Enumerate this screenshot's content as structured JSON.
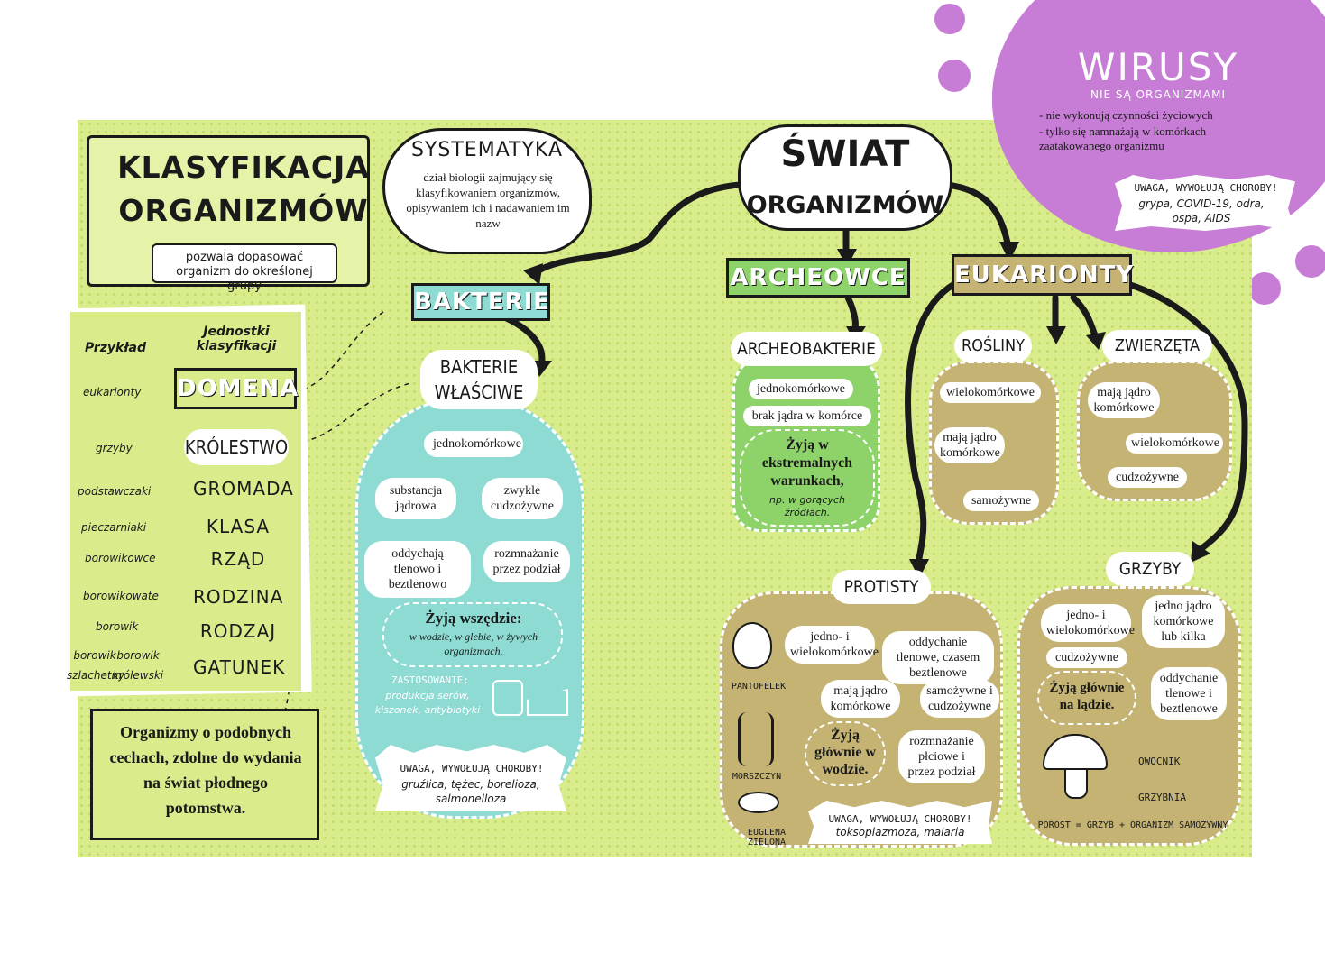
{
  "header": {
    "title_line1": "KLASYFIKACJA",
    "title_line2": "ORGANIZMÓW",
    "subtitle": "pozwala dopasować organizm do określonej grupy"
  },
  "systematyka": {
    "title": "SYSTEMATYKA",
    "text": "dział biologii zajmujący się klasyfikowaniem organizmów, opisywaniem ich i nadawaniem im nazw"
  },
  "swiat": {
    "line1": "ŚWIAT",
    "line2": "ORGANIZMÓW"
  },
  "wirusy": {
    "title": "WIRUSY",
    "subtitle": "NIE SĄ ORGANIZMAMI",
    "point1": "- nie wykonują czynności życiowych",
    "point2": "- tylko się namnażają w komórkach zaatakowanego organizmu",
    "warning": "UWAGA, WYWOŁUJĄ CHOROBY!",
    "diseases": "grypa, COVID-19, odra, ospa, AIDS"
  },
  "taxonomy": {
    "col_example": "Przykład",
    "col_units": "Jednostki klasyfikacji",
    "ranks": [
      {
        "rank": "DOMENA",
        "example": "eukarionty"
      },
      {
        "rank": "KRÓLESTWO",
        "example": "grzyby"
      },
      {
        "rank": "GROMADA",
        "example": "podstawczaki"
      },
      {
        "rank": "KLASA",
        "example": "pieczarniaki"
      },
      {
        "rank": "RZĄD",
        "example": "borowikowce"
      },
      {
        "rank": "RODZINA",
        "example": "borowikowate"
      },
      {
        "rank": "RODZAJ",
        "example": "borowik"
      },
      {
        "rank": "GATUNEK",
        "example": "borowik szlachetny",
        "example2": "borowik królewski"
      }
    ],
    "species_def": "Organizmy o podobnych cechach, zdolne do wydania na świat płodnego potomstwa."
  },
  "bakterie": {
    "domain": "BAKTERIE",
    "name": "BAKTERIE WŁAŚCIWE",
    "features": [
      "jednokomórkowe",
      "substancja jądrowa",
      "zwykle cudzożywne",
      "oddychają tlenowo i beztlenowo",
      "rozmnażanie przez podział"
    ],
    "habitat_title": "Żyją wszędzie:",
    "habitat_text": "w wodzie, w glebie, w żywych organizmach.",
    "use_title": "ZASTOSOWANIE:",
    "use_text": "produkcja serów, kiszonek, antybiotyki",
    "warning": "UWAGA, WYWOŁUJĄ CHOROBY!",
    "diseases": "gruźlica, tężec, borelioza, salmonelloza"
  },
  "archeowce": {
    "domain": "ARCHEOWCE",
    "name": "ARCHEOBAKTERIE",
    "features": [
      "jednokomórkowe",
      "brak jądra w komórce"
    ],
    "habitat_title": "Żyją w ekstremalnych warunkach,",
    "habitat_text": "np. w gorących źródłach."
  },
  "eukarionty": {
    "domain": "EUKARIONTY",
    "rosliny": {
      "name": "ROŚLINY",
      "features": [
        "wielokomórkowe",
        "mają jądro komórkowe",
        "samożywne"
      ]
    },
    "zwierzeta": {
      "name": "ZWIERZĘTA",
      "features": [
        "mają jądro komórkowe",
        "wielokomórkowe",
        "cudzożywne"
      ]
    },
    "protisty": {
      "name": "PROTISTY",
      "features": [
        "jedno- i wielokomórkowe",
        "oddychanie tlenowe, czasem beztlenowe",
        "mają jądro komórkowe",
        "samożywne i cudzożywne",
        "rozmnażanie płciowe i przez podział"
      ],
      "habitat": "Żyją głównie w wodzie.",
      "examples": [
        "PANTOFELEK",
        "MORSZCZYN",
        "EUGLENA ZIELONA"
      ],
      "warning": "UWAGA, WYWOŁUJĄ CHOROBY!",
      "diseases": "toksoplazmoza, malaria"
    },
    "grzyby": {
      "name": "GRZYBY",
      "features": [
        "jedno- i wielokomórkowe",
        "jedno jądro komórkowe lub kilka",
        "cudzożywne",
        "oddychanie tlenowe i beztlenowe"
      ],
      "habitat": "Żyją głównie na lądzie.",
      "parts": [
        "OWOCNIK",
        "GRZYBNIA"
      ],
      "porost": "POROST = GRZYB + ORGANIZM SAMOŻYWNY"
    }
  },
  "colors": {
    "board": "#d8ec8c",
    "bakterie": "#8edbd4",
    "archeo": "#8ed36a",
    "eukarionty": "#c4b373",
    "virus": "#c77cd6"
  }
}
